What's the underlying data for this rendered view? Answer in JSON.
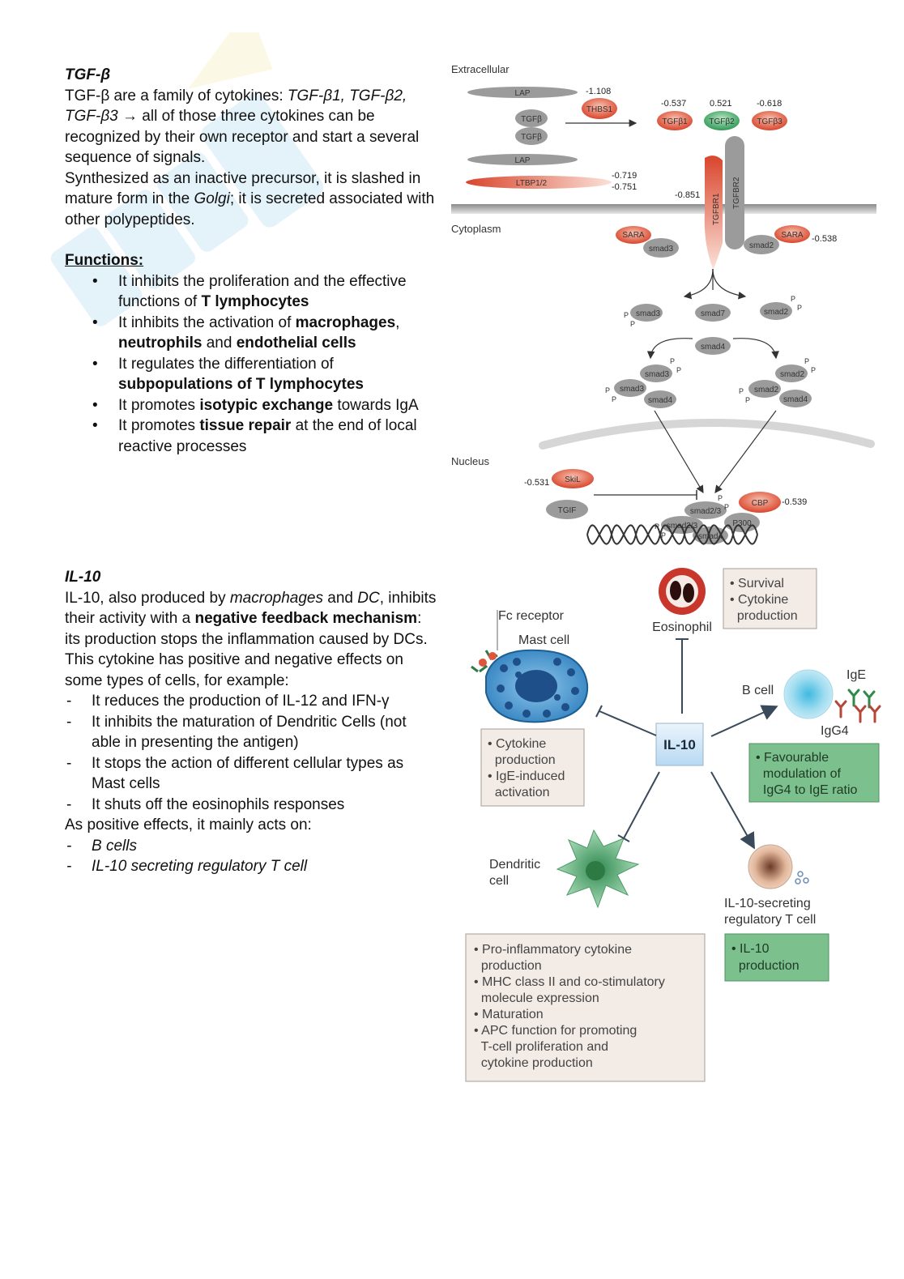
{
  "tgf": {
    "title": "TGF-β",
    "p1a": "TGF-β are a family of cytokines: ",
    "p1b": "TGF-β1, TGF-β2, TGF-β3",
    "p1c": " → all of those three cytokines can be recognized by their own receptor and start a several sequence of signals.",
    "p2a": "Synthesized as an inactive precursor, it is slashed in mature form in the ",
    "p2b": "Golgi",
    "p2c": "; it is secreted associated with other polypeptides.",
    "functions_title": "Functions:",
    "functions": [
      {
        "a": "It inhibits the proliferation and the effective functions of ",
        "b": "T lymphocytes",
        "c": "",
        "d": "",
        "e": "",
        "f": "",
        "g": ""
      },
      {
        "a": "It inhibits the activation of ",
        "b": "macrophages",
        "c": ", ",
        "d": "neutrophils",
        "e": " and ",
        "f": "endothelial cells",
        "g": ""
      },
      {
        "a": "It regulates the differentiation of ",
        "b": "subpopulations of T lymphocytes",
        "c": "",
        "d": "",
        "e": "",
        "f": "",
        "g": ""
      },
      {
        "a": "It promotes ",
        "b": "isotypic exchange",
        "c": " towards IgA",
        "d": "",
        "e": "",
        "f": "",
        "g": ""
      },
      {
        "a": "It promotes ",
        "b": "tissue repair",
        "c": " at the end of local reactive processes",
        "d": "",
        "e": "",
        "f": "",
        "g": ""
      }
    ]
  },
  "il10": {
    "title": "IL-10",
    "p1a": "IL-10, also produced by ",
    "p1b": "macrophages",
    "p1c": " and ",
    "p1d": "DC",
    "p1e": ", inhibits their activity with a ",
    "p1f": "negative feedback mechanism",
    "p1g": ": its production stops the inflammation caused by DCs.",
    "p2": "This cytokine has positive and negative effects on some types of cells, for example:",
    "negatives": [
      "It reduces the production of IL-12 and IFN-γ",
      "It inhibits the maturation of Dendritic Cells (not able in presenting the antigen)",
      "It stops the action of different cellular types as Mast cells",
      "It shuts off the eosinophils responses"
    ],
    "p3": "As positive effects, it mainly acts on:",
    "positives": [
      "B cells",
      "IL-10 secreting regulatory T cell"
    ]
  },
  "fig1": {
    "extracellular": "Extracellular",
    "cytoplasm": "Cytoplasm",
    "nucleus": "Nucleus",
    "lap": "LAP",
    "tgfb": "TGFβ",
    "ltbp": "LTBP1/2",
    "thbs1": "THBS1",
    "v_thbs1": "-1.108",
    "tgfb1": "TGFβ1",
    "tgfb2": "TGFβ2",
    "tgfb3": "TGFβ3",
    "v_tgfb1": "-0.537",
    "v_tgfb2": "0.521",
    "v_tgfb3": "-0.618",
    "v_ltbp1": "-0.719",
    "v_ltbp2": "-0.751",
    "v_tgfbr1": "-0.851",
    "tgfbr1": "TGFBR1",
    "tgfbr2": "TGFBR2",
    "sara": "SARA",
    "smad3": "smad3",
    "smad2": "smad2",
    "smad7": "smad7",
    "smad4": "smad4",
    "smad23": "smad2/3",
    "p": "P",
    "v_sara": "-0.538",
    "skil": "SkiL",
    "v_skil": "-0.531",
    "tgif": "TGIF",
    "cbp": "CBP",
    "v_cbp": "-0.539",
    "p300": "P300"
  },
  "fig2": {
    "center": "IL-10",
    "fc_receptor": "Fc receptor",
    "mast_cell": "Mast cell",
    "eosinophil": "Eosinophil",
    "b_cell": "B cell",
    "ige": "IgE",
    "igg4": "IgG4",
    "dendritic1": "Dendritic",
    "dendritic2": "cell",
    "treg1": "IL-10-secreting",
    "treg2": "regulatory T cell",
    "box_eos": [
      "• Survival",
      "• Cytokine",
      "  production"
    ],
    "box_mast": [
      "• Cytokine",
      "  production",
      "• IgE-induced",
      "  activation"
    ],
    "box_b": [
      "• Favourable",
      "  modulation of",
      "  IgG4 to IgE ratio"
    ],
    "box_dc": [
      "• Pro-inflammatory cytokine",
      "  production",
      "• MHC class II and co-stimulatory",
      "  molecule expression",
      "• Maturation",
      "• APC function for promoting",
      "  T-cell proliferation and",
      "  cytokine production"
    ],
    "box_treg": [
      "• IL-10",
      "  production"
    ]
  }
}
